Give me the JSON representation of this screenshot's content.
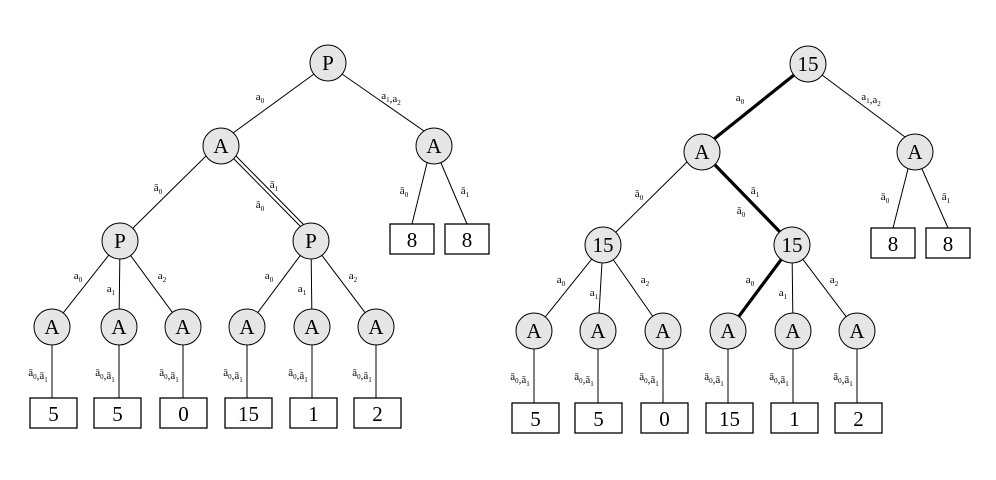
{
  "trees": [
    {
      "name": "left",
      "root": {
        "label": "P"
      },
      "root_edges": {
        "left": "a0",
        "right": "a1,a2"
      },
      "left_A": {
        "label": "A"
      },
      "left_A_edges": {
        "left": "ā0",
        "right_top": "ā1",
        "right_bottom": "ā0"
      },
      "right_A": {
        "label": "A",
        "edges": [
          "ā0",
          "ā1"
        ],
        "leaves": [
          "8",
          "8"
        ]
      },
      "mid_P": [
        {
          "label": "P",
          "edges": [
            "a0",
            "a1",
            "a2"
          ]
        },
        {
          "label": "P",
          "edges": [
            "a0",
            "a1",
            "a2"
          ]
        }
      ],
      "bottom_A": [
        "A",
        "A",
        "A",
        "A",
        "A",
        "A"
      ],
      "bottom_edges": [
        "ā0,ā1",
        "ā0,ā1",
        "ā0,ā1",
        "ā0,ā1",
        "ā0,ā1",
        "ā0,ā1"
      ],
      "leaves": [
        "5",
        "5",
        "0",
        "15",
        "1",
        "2"
      ]
    },
    {
      "name": "right",
      "root": {
        "label": "15"
      },
      "root_edges": {
        "left": "a0",
        "right": "a1,a2"
      },
      "left_A": {
        "label": "A"
      },
      "left_A_edges": {
        "left": "ā0",
        "right_top": "ā1",
        "right_bottom": "ā0"
      },
      "right_A": {
        "label": "A",
        "edges": [
          "ā0",
          "ā1"
        ],
        "leaves": [
          "8",
          "8"
        ]
      },
      "mid_P": [
        {
          "label": "15",
          "edges": [
            "a0",
            "a1",
            "a2"
          ]
        },
        {
          "label": "15",
          "edges": [
            "a0",
            "a1",
            "a2"
          ]
        }
      ],
      "bottom_A": [
        "A",
        "A",
        "A",
        "A",
        "A",
        "A"
      ],
      "bottom_edges": [
        "ā0,ā1",
        "ā0,ā1",
        "ā0,ā1",
        "ā0,ā1",
        "ā0,ā1",
        "ā0,ā1"
      ],
      "leaves": [
        "5",
        "5",
        "0",
        "15",
        "1",
        "2"
      ]
    }
  ]
}
